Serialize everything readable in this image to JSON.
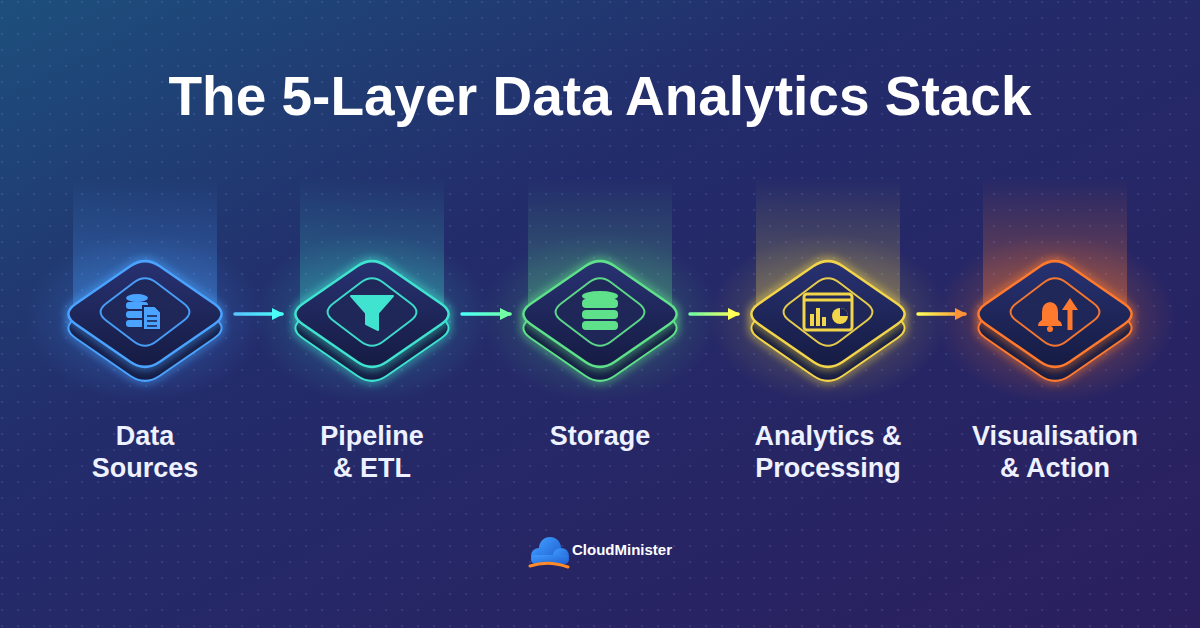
{
  "diagram": {
    "title": "The 5-Layer Data Analytics Stack",
    "nodes": [
      {
        "text": [
          "Data Sources"
        ]
      },
      {
        "text": [
          "Pipeline & ETL"
        ]
      },
      {
        "text": [
          "Storage"
        ]
      },
      {
        "text": [
          "Analytics & Processing"
        ]
      },
      {
        "text": [
          "Visualisation & Action"
        ]
      }
    ],
    "edges": [
      {
        "from": 0,
        "to": 1,
        "arrow": "to"
      },
      {
        "from": 1,
        "to": 2,
        "arrow": "to"
      },
      {
        "from": 2,
        "to": 3,
        "arrow": "to"
      },
      {
        "from": 3,
        "to": 4,
        "arrow": "to"
      }
    ],
    "labels": [
      "CloudMinister"
    ]
  }
}
